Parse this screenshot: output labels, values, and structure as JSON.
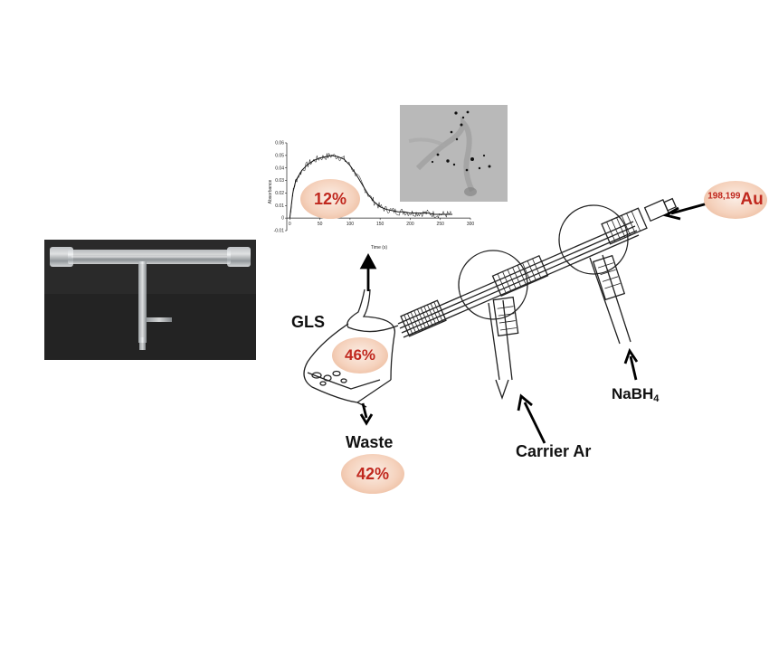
{
  "labels": {
    "gls": "GLS",
    "waste": "Waste",
    "carrier": "Carrier Ar",
    "nabh_main": "NaBH",
    "nabh_sub": "4",
    "au_sup": "198,199",
    "au": "Au"
  },
  "percentages": {
    "inset_chart": "12%",
    "gls": "46%",
    "waste": "42%"
  },
  "chart_data": {
    "type": "line",
    "ylabel": "Absorbance",
    "xlabel": "Time (s)",
    "xlim": [
      -5,
      300
    ],
    "ylim": [
      -0.01,
      0.06
    ],
    "x_ticks": [
      "0",
      "50",
      "100",
      "150",
      "200",
      "250",
      "300"
    ],
    "y_ticks": [
      "-0.01",
      "0",
      "0.01",
      "0.02",
      "0.03",
      "0.04",
      "0.05",
      "0.06"
    ],
    "series": [
      {
        "x": [
          0,
          5,
          10,
          20,
          30,
          40,
          50,
          60,
          70,
          80,
          90,
          100,
          110,
          120,
          130,
          140,
          150,
          160,
          170,
          180,
          190,
          200,
          210,
          220,
          230,
          240,
          250,
          260,
          270
        ],
        "values": [
          0,
          0.02,
          0.03,
          0.038,
          0.043,
          0.046,
          0.048,
          0.049,
          0.05,
          0.049,
          0.047,
          0.042,
          0.035,
          0.027,
          0.019,
          0.013,
          0.009,
          0.007,
          0.006,
          0.005,
          0.005,
          0.004,
          0.004,
          0.004,
          0.004,
          0.003,
          0.003,
          0.003,
          0.003
        ]
      }
    ]
  }
}
